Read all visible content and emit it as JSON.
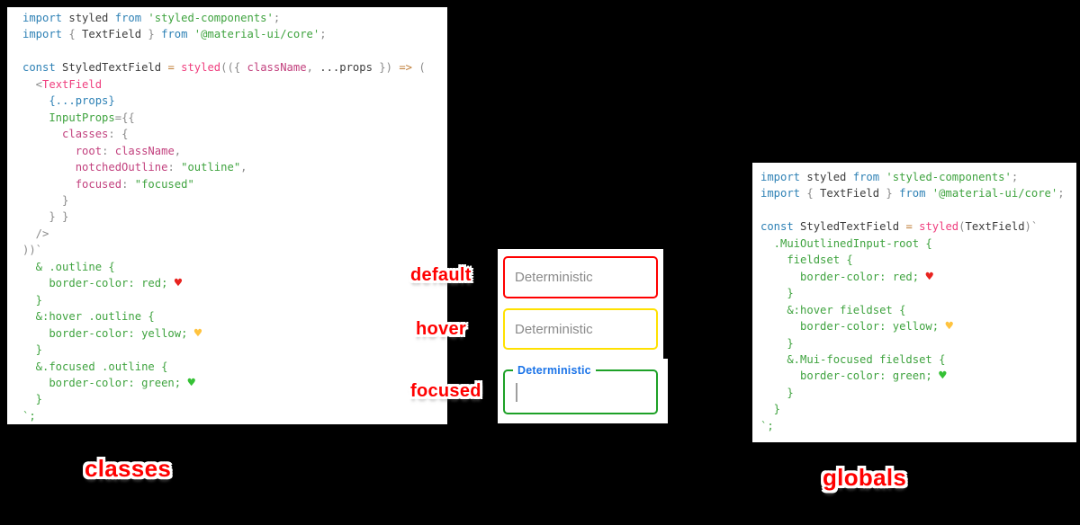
{
  "colors": {
    "background": "#000000",
    "panel_white": "#ffffff",
    "annotation_red": "#ff0000",
    "caret_gray": "#9e9e9e",
    "placeholder_gray": "#8a8a8a"
  },
  "syntax_colors": {
    "kw": "#2e81b5",
    "id": "#3c3c3c",
    "pun": "#8a8a8a",
    "str": "#3fa33f",
    "css": "#3fa33f",
    "pink": "#ef3e7e",
    "key": "#c2417e",
    "op": "#c07f3a",
    "heart_red": "#e8231f",
    "heart_yellow": "#ffc33e",
    "heart_green": "#35c135"
  },
  "code_blocks": {
    "classes": {
      "lines": [
        [
          [
            "kw",
            "import"
          ],
          [
            "id",
            " styled "
          ],
          [
            "kw",
            "from"
          ],
          [
            "str",
            " 'styled-components'"
          ],
          [
            "pun",
            ";"
          ]
        ],
        [
          [
            "kw",
            "import"
          ],
          [
            "pun",
            " { "
          ],
          [
            "id",
            "TextField"
          ],
          [
            "pun",
            " } "
          ],
          [
            "kw",
            "from"
          ],
          [
            "str",
            " '@material-ui/core'"
          ],
          [
            "pun",
            ";"
          ]
        ],
        [],
        [
          [
            "kw",
            "const"
          ],
          [
            "id",
            " StyledTextField "
          ],
          [
            "op",
            "="
          ],
          [
            "pink",
            " styled"
          ],
          [
            "pun",
            "(({ "
          ],
          [
            "key",
            "className"
          ],
          [
            "pun",
            ", "
          ],
          [
            "id",
            "...props"
          ],
          [
            "pun",
            " }) "
          ],
          [
            "op",
            "=>"
          ],
          [
            "pun",
            " ("
          ]
        ],
        [
          [
            "pun",
            "  <"
          ],
          [
            "pink",
            "TextField"
          ]
        ],
        [
          [
            "kw",
            "    {...props}"
          ]
        ],
        [
          [
            "css",
            "    InputProps"
          ],
          [
            "pun",
            "={{"
          ]
        ],
        [
          [
            "key",
            "      classes"
          ],
          [
            "pun",
            ": {"
          ]
        ],
        [
          [
            "key",
            "        root"
          ],
          [
            "pun",
            ": "
          ],
          [
            "key",
            "className"
          ],
          [
            "pun",
            ","
          ]
        ],
        [
          [
            "key",
            "        notchedOutline"
          ],
          [
            "pun",
            ": "
          ],
          [
            "str",
            "\"outline\""
          ],
          [
            "pun",
            ","
          ]
        ],
        [
          [
            "key",
            "        focused"
          ],
          [
            "pun",
            ": "
          ],
          [
            "str",
            "\"focused\""
          ]
        ],
        [
          [
            "pun",
            "      }"
          ]
        ],
        [
          [
            "pun",
            "    } }"
          ]
        ],
        [
          [
            "pun",
            "  />"
          ]
        ],
        [
          [
            "pun",
            "))`"
          ]
        ],
        [
          [
            "css",
            "  & .outline {"
          ]
        ],
        [
          [
            "css",
            "    border-color: red; "
          ],
          [
            "heart_red",
            "♥"
          ]
        ],
        [
          [
            "css",
            "  }"
          ]
        ],
        [
          [
            "css",
            "  &:hover .outline {"
          ]
        ],
        [
          [
            "css",
            "    border-color: yellow; "
          ],
          [
            "heart_yellow",
            "♥"
          ]
        ],
        [
          [
            "css",
            "  }"
          ]
        ],
        [
          [
            "css",
            "  &.focused .outline {"
          ]
        ],
        [
          [
            "css",
            "    border-color: green; "
          ],
          [
            "heart_green",
            "♥"
          ]
        ],
        [
          [
            "css",
            "  }"
          ]
        ],
        [
          [
            "css",
            "`;"
          ]
        ]
      ]
    },
    "globals": {
      "lines": [
        [
          [
            "kw",
            "import"
          ],
          [
            "id",
            " styled "
          ],
          [
            "kw",
            "from"
          ],
          [
            "str",
            " 'styled-components'"
          ],
          [
            "pun",
            ";"
          ]
        ],
        [
          [
            "kw",
            "import"
          ],
          [
            "pun",
            " { "
          ],
          [
            "id",
            "TextField"
          ],
          [
            "pun",
            " } "
          ],
          [
            "kw",
            "from"
          ],
          [
            "str",
            " '@material-ui/core'"
          ],
          [
            "pun",
            ";"
          ]
        ],
        [],
        [
          [
            "kw",
            "const"
          ],
          [
            "id",
            " StyledTextField "
          ],
          [
            "op",
            "="
          ],
          [
            "pink",
            " styled"
          ],
          [
            "pun",
            "("
          ],
          [
            "id",
            "TextField"
          ],
          [
            "pun",
            ")`"
          ]
        ],
        [
          [
            "css",
            "  .MuiOutlinedInput-root {"
          ]
        ],
        [
          [
            "css",
            "    fieldset {"
          ]
        ],
        [
          [
            "css",
            "      border-color: red; "
          ],
          [
            "heart_red",
            "♥"
          ]
        ],
        [
          [
            "css",
            "    }"
          ]
        ],
        [
          [
            "css",
            "    &:hover fieldset {"
          ]
        ],
        [
          [
            "css",
            "      border-color: yellow; "
          ],
          [
            "heart_yellow",
            "♥"
          ]
        ],
        [
          [
            "css",
            "    }"
          ]
        ],
        [
          [
            "css",
            "    &.Mui-focused fieldset {"
          ]
        ],
        [
          [
            "css",
            "      border-color: green; "
          ],
          [
            "heart_green",
            "♥"
          ]
        ],
        [
          [
            "css",
            "    }"
          ]
        ],
        [
          [
            "css",
            "  }"
          ]
        ],
        [
          [
            "css",
            "`;"
          ]
        ]
      ]
    }
  },
  "state_labels": {
    "default": "default",
    "hover": "hover",
    "focused": "focused"
  },
  "textfields": {
    "default": {
      "placeholder": "Deterministic",
      "border_color": "#ff0000"
    },
    "hover": {
      "placeholder": "Deterministic",
      "border_color": "#ffe100"
    },
    "focused": {
      "label": "Deterministic",
      "border_color": "#1da127",
      "label_color": "#1a73e8"
    }
  },
  "captions": {
    "classes": "classes",
    "globals": "globals"
  }
}
